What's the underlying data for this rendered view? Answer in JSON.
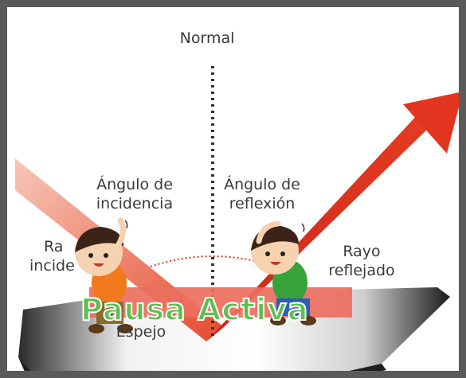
{
  "labels": {
    "normal": "Normal",
    "angle_incidence_1": "Ángulo de",
    "angle_incidence_2": "incidencia",
    "angle_reflection_1": "Ángulo de",
    "angle_reflection_2": "reflexión",
    "incident_ray_1": "Ra",
    "incident_ray_2": "incide",
    "reflected_ray_1": "Rayo",
    "reflected_ray_2": "reflejado",
    "mirror": "Espejo"
  },
  "overlay": {
    "text": "Pausa Activa"
  },
  "colors": {
    "border": "#5a5a5a",
    "ray": "#e2351f",
    "overlay_band": "#ec6f5e",
    "overlay_text": "#5cc04e",
    "normal_line": "#333333"
  }
}
